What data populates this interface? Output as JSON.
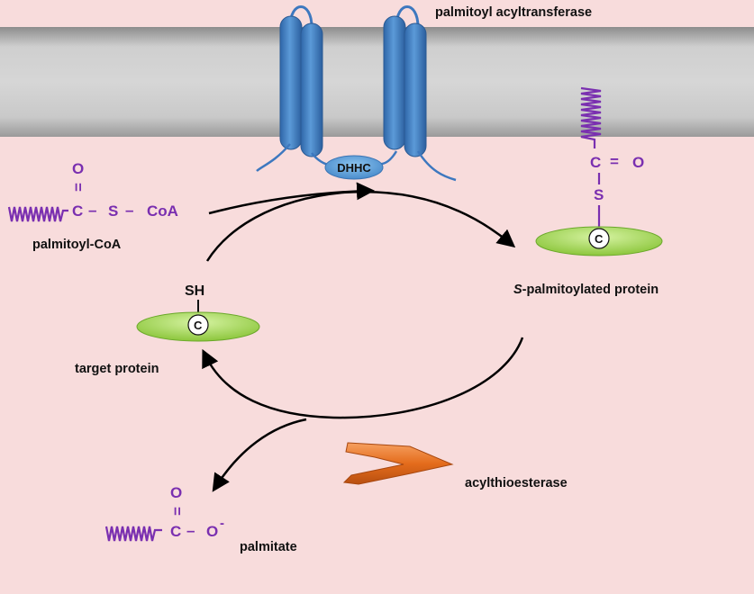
{
  "colors": {
    "background": "#f8dcdc",
    "membrane": "#b9b9b9",
    "helix": "#4a86c8",
    "acyl_chain": "#7a2fb0",
    "protein": "#a6dc5a",
    "thioesterase": "#e87020"
  },
  "labels": {
    "palmitoyl_acyltransferase": "palmitoyl acyltransferase",
    "dhhc": "DHHC",
    "palmitoyl_coa": "palmitoyl-CoA",
    "target_protein": "target protein",
    "s_italic": "S",
    "s_palmitoylated_rest": "-palmitoylated protein",
    "acylthioesterase": "acylthioesterase",
    "palmitate": "palmitate"
  },
  "chemistry": {
    "coa": {
      "oxygen": "O",
      "double_bond": "=",
      "carbon": "C",
      "bond": "–",
      "sulfur": "S",
      "coa": "CoA"
    },
    "palmitoylated": {
      "carbon": "C",
      "double_bond": "=",
      "oxygen": "O",
      "sulfur": "S"
    },
    "target": {
      "sh": "SH"
    },
    "palmitate": {
      "oxygen": "O",
      "double_bond": "=",
      "carbon": "C",
      "bond": "–",
      "anion": "O",
      "charge": "-"
    },
    "cysteine_marker": "C"
  }
}
